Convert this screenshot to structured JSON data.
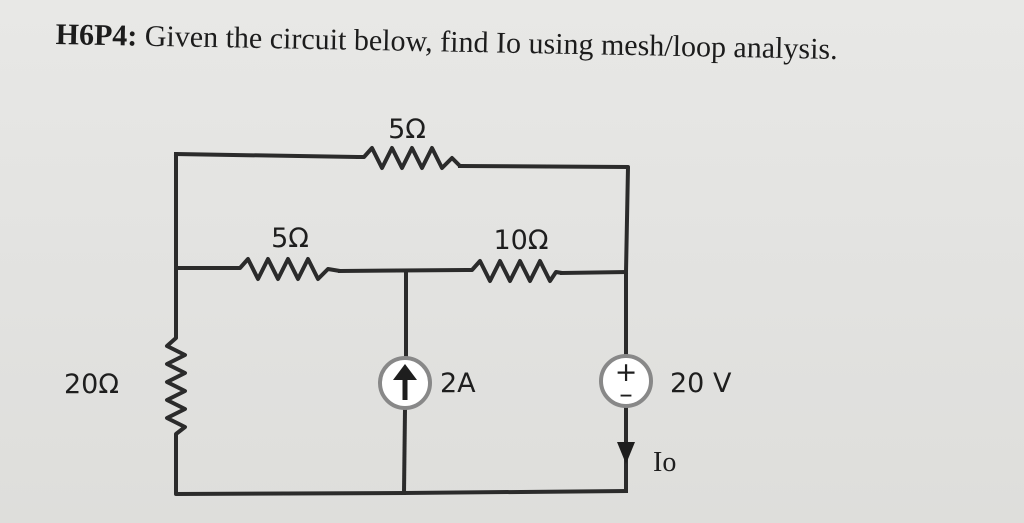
{
  "problem": {
    "id": "H6P4:",
    "text": "Given the circuit below, find Io using mesh/loop analysis."
  },
  "circuit": {
    "resistor_top": "5Ω",
    "resistor_middle_left": "5Ω",
    "resistor_middle_right": "10Ω",
    "resistor_left": "20Ω",
    "current_source": "2A",
    "voltage_source": "20 V",
    "voltage_source_polarity_plus": "+",
    "voltage_source_polarity_minus": "–",
    "output_current": "Io"
  },
  "colors": {
    "wire": "#2b2b2b",
    "source_ring": "#888888",
    "paper": "#e4e4e2"
  }
}
